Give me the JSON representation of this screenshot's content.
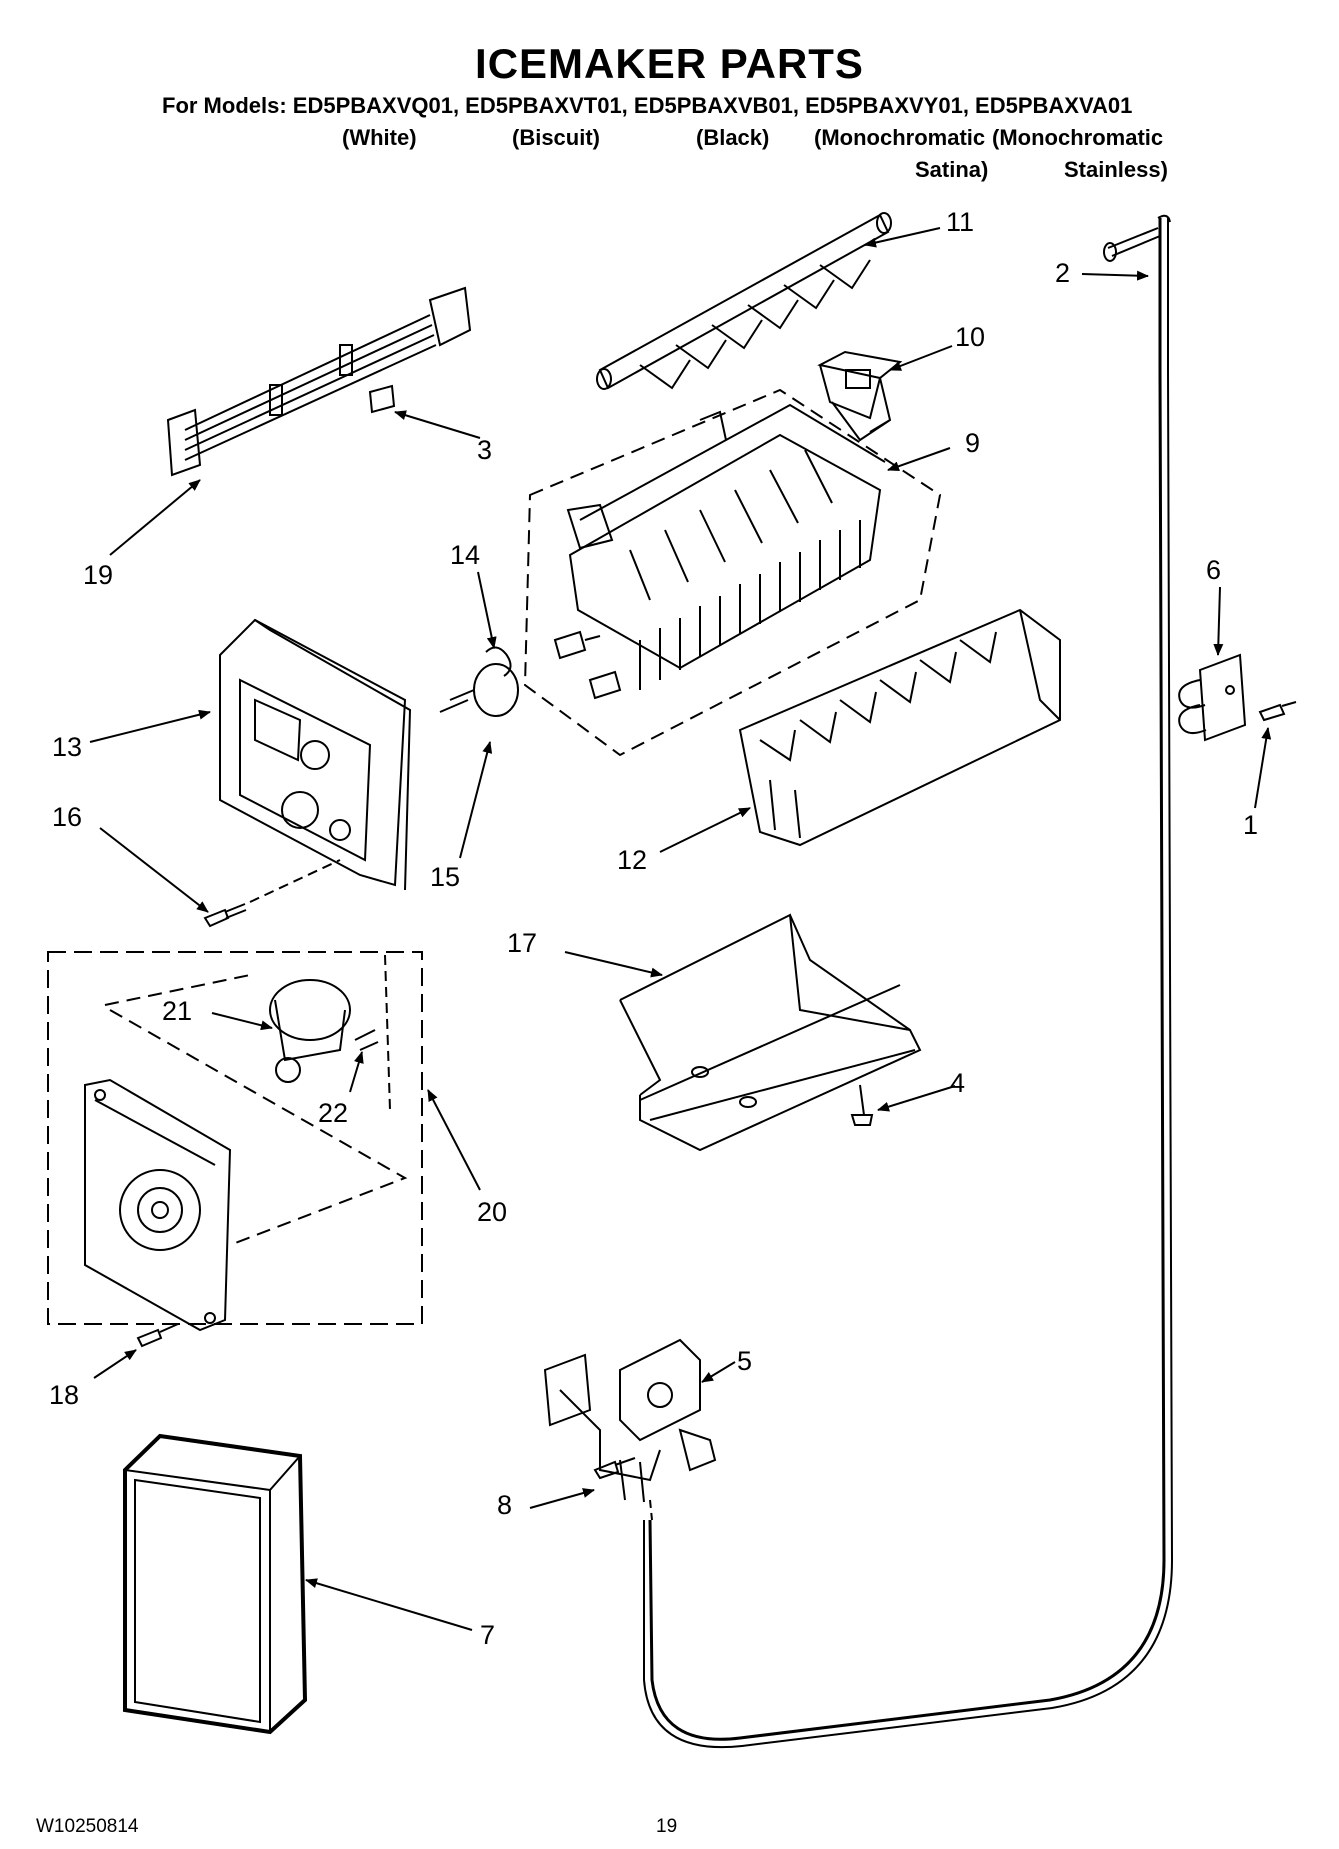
{
  "header": {
    "title": "ICEMAKER PARTS",
    "models_line": "For Models: ED5PBAXVQ01, ED5PBAXVT01, ED5PBAXVB01, ED5PBAXVY01, ED5PBAXVA01",
    "colors": [
      "(White)",
      "(Biscuit)",
      "(Black)",
      "(Monochromatic",
      "(Monochromatic",
      "Satina)",
      "Stainless)"
    ]
  },
  "callouts": [
    "1",
    "2",
    "3",
    "4",
    "5",
    "6",
    "7",
    "8",
    "9",
    "10",
    "11",
    "12",
    "13",
    "14",
    "15",
    "16",
    "17",
    "18",
    "19",
    "20",
    "21",
    "22"
  ],
  "footer": {
    "doc_id": "W10250814",
    "page": "19"
  }
}
